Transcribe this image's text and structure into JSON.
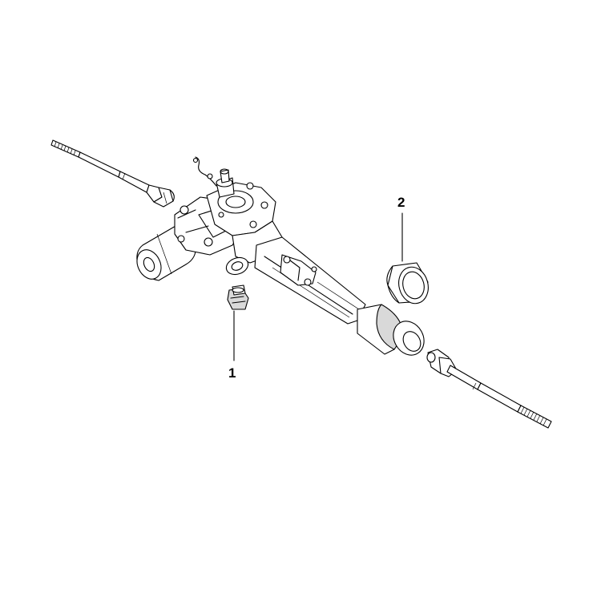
{
  "diagram": {
    "callouts": [
      {
        "number": "1",
        "part": "rack-mount-bushing"
      },
      {
        "number": "2",
        "part": "rack-housing-bushing"
      }
    ]
  }
}
